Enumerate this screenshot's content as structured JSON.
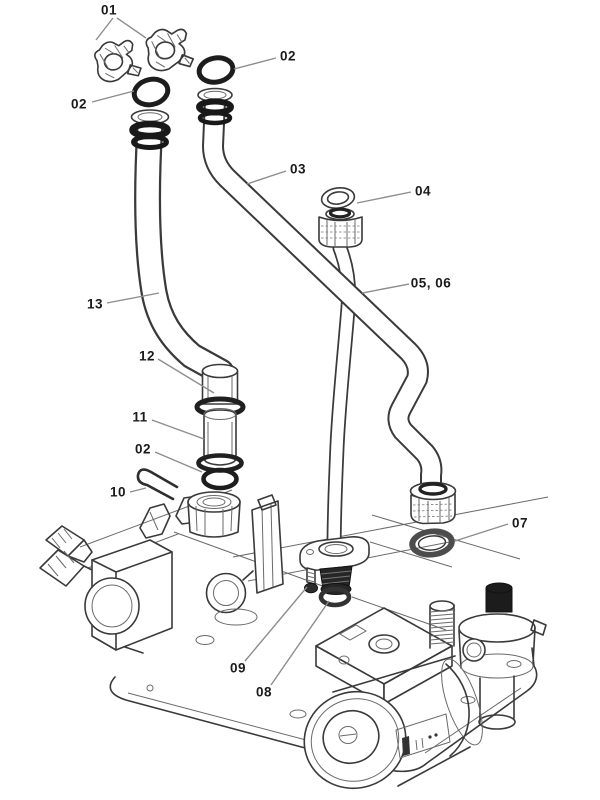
{
  "diagram": {
    "background": "#ffffff",
    "line_color": "#3a3a3a",
    "leader_color": "#8d8d8d",
    "label_color": "#1b1b1b",
    "oring_color": "#1d1d1d",
    "callouts": [
      {
        "id": "c01",
        "label": "01"
      },
      {
        "id": "c02a",
        "label": "02"
      },
      {
        "id": "c02b",
        "label": "02"
      },
      {
        "id": "c03",
        "label": "03"
      },
      {
        "id": "c04",
        "label": "04"
      },
      {
        "id": "c05-06",
        "label": "05, 06"
      },
      {
        "id": "c07",
        "label": "07"
      },
      {
        "id": "c08",
        "label": "08"
      },
      {
        "id": "c09",
        "label": "09"
      },
      {
        "id": "c10",
        "label": "10"
      },
      {
        "id": "c11",
        "label": "11"
      },
      {
        "id": "c02c",
        "label": "02"
      },
      {
        "id": "c12",
        "label": "12"
      },
      {
        "id": "c13",
        "label": "13"
      }
    ]
  }
}
